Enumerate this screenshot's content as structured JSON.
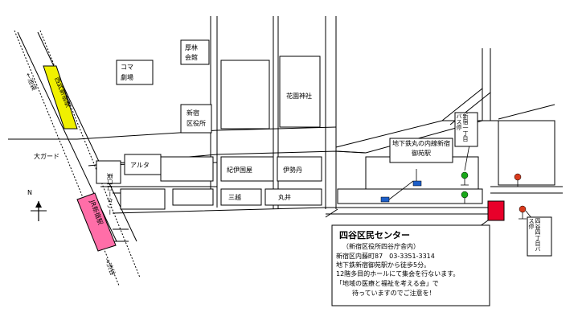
{
  "labels": {
    "koma": "コマ",
    "gekijo": "劇場",
    "mori": "厚林",
    "kaikan": "会館",
    "hanazono": "花園神社",
    "kuyakusho_1": "新宿",
    "kuyakusho_2": "区役所",
    "seibu": "西武新宿駅",
    "jr": "JR新宿駅",
    "ogado": "大ガード",
    "kita": "←池袋",
    "shibuya": "→渋谷",
    "alta": "アルタ",
    "kinokuniya": "紀伊国屋",
    "isetan": "伊勢丹",
    "mitsukoshi": "三越",
    "marui": "丸井",
    "higashiguchi": "東口ロータリー",
    "north": "N",
    "bus_1": "新宿一丁目バス停",
    "bus_2": "四谷四丁目バス停",
    "subway": "地下鉄丸の内線新宿御苑駅"
  },
  "info": {
    "title": "四谷区民センター",
    "sub": "（新宿区役所四谷庁舎内）",
    "address": "新宿区内藤町87　03-3351-3314",
    "walk": "地下鉄新宿御苑駅から徒歩5分。",
    "meet": "12階多目的ホールにて集会を行ないます。",
    "theme": "「地域の医療と福祉を考える会」で",
    "wait": "待っていますのでご注意を！"
  },
  "colors": {
    "seibu": "#f0f000",
    "jr": "#ff6ea8",
    "center": "#e8002a",
    "subway": "#1c5ec8",
    "signal_green": "#1aa81a",
    "bus_stop": "#d83a1c"
  }
}
